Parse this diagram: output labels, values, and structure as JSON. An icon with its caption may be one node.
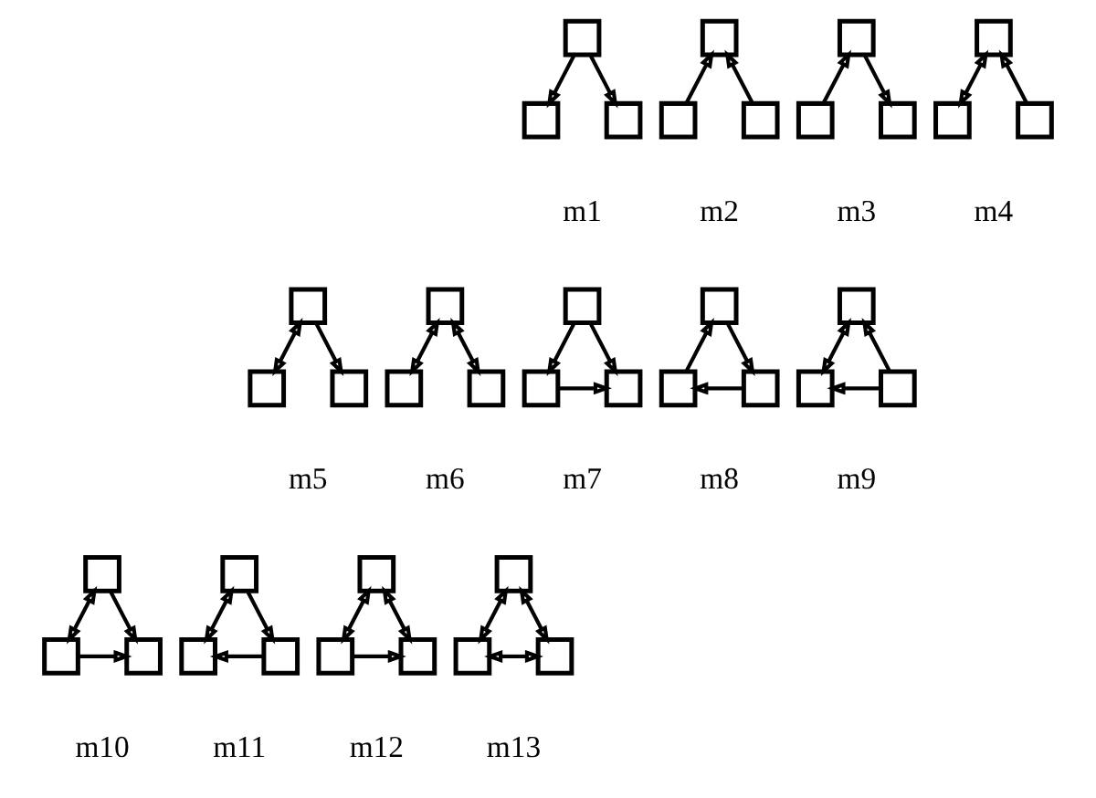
{
  "diagram": {
    "nodes": [
      {
        "text": [],
        "shape": "box"
      },
      {
        "text": [],
        "shape": "box"
      },
      {
        "text": [],
        "shape": "box"
      },
      {
        "text": [],
        "shape": "box"
      },
      {
        "text": [],
        "shape": "box"
      },
      {
        "text": [],
        "shape": "box"
      },
      {
        "text": [],
        "shape": "box"
      },
      {
        "text": [],
        "shape": "box"
      },
      {
        "text": [],
        "shape": "box"
      },
      {
        "text": [],
        "shape": "box"
      },
      {
        "text": [],
        "shape": "box"
      },
      {
        "text": [],
        "shape": "box"
      },
      {
        "text": [],
        "shape": "box"
      },
      {
        "text": [],
        "shape": "box"
      },
      {
        "text": [],
        "shape": "box"
      },
      {
        "text": [],
        "shape": "box"
      },
      {
        "text": [],
        "shape": "box"
      },
      {
        "text": [],
        "shape": "box"
      },
      {
        "text": [],
        "shape": "box"
      },
      {
        "text": [],
        "shape": "box"
      },
      {
        "text": [],
        "shape": "box"
      },
      {
        "text": [],
        "shape": "box"
      },
      {
        "text": [],
        "shape": "box"
      },
      {
        "text": [],
        "shape": "box"
      },
      {
        "text": [],
        "shape": "box"
      },
      {
        "text": [],
        "shape": "box"
      },
      {
        "text": [],
        "shape": "box"
      },
      {
        "text": [],
        "shape": "box"
      },
      {
        "text": [],
        "shape": "box"
      },
      {
        "text": [],
        "shape": "box"
      },
      {
        "text": [],
        "shape": "box"
      },
      {
        "text": [],
        "shape": "box"
      },
      {
        "text": [],
        "shape": "box"
      },
      {
        "text": [],
        "shape": "box"
      },
      {
        "text": [],
        "shape": "box"
      },
      {
        "text": [],
        "shape": "box"
      },
      {
        "text": [],
        "shape": "box"
      },
      {
        "text": [],
        "shape": "box"
      },
      {
        "text": [],
        "shape": "box"
      }
    ],
    "edges": [
      {
        "from": 0,
        "to": 1,
        "arrow": "to"
      },
      {
        "from": 0,
        "to": 2,
        "arrow": "to"
      },
      {
        "from": 4,
        "to": 3,
        "arrow": "to"
      },
      {
        "from": 5,
        "to": 3,
        "arrow": "to"
      },
      {
        "from": 7,
        "to": 6,
        "arrow": "to"
      },
      {
        "from": 6,
        "to": 8,
        "arrow": "to"
      },
      {
        "from": 9,
        "to": 10,
        "arrow": "both"
      },
      {
        "from": 11,
        "to": 9,
        "arrow": "to"
      },
      {
        "from": 12,
        "to": 13,
        "arrow": "both"
      },
      {
        "from": 12,
        "to": 14,
        "arrow": "to"
      },
      {
        "from": 15,
        "to": 16,
        "arrow": "both"
      },
      {
        "from": 15,
        "to": 17,
        "arrow": "both"
      },
      {
        "from": 18,
        "to": 19,
        "arrow": "to"
      },
      {
        "from": 18,
        "to": 20,
        "arrow": "to"
      },
      {
        "from": 19,
        "to": 20,
        "arrow": "to"
      },
      {
        "from": 22,
        "to": 21,
        "arrow": "to"
      },
      {
        "from": 21,
        "to": 23,
        "arrow": "to"
      },
      {
        "from": 23,
        "to": 22,
        "arrow": "to"
      },
      {
        "from": 24,
        "to": 25,
        "arrow": "both"
      },
      {
        "from": 26,
        "to": 24,
        "arrow": "to"
      },
      {
        "from": 26,
        "to": 25,
        "arrow": "to"
      },
      {
        "from": 27,
        "to": 28,
        "arrow": "both"
      },
      {
        "from": 27,
        "to": 29,
        "arrow": "to"
      },
      {
        "from": 28,
        "to": 29,
        "arrow": "to"
      },
      {
        "from": 30,
        "to": 31,
        "arrow": "both"
      },
      {
        "from": 30,
        "to": 32,
        "arrow": "to"
      },
      {
        "from": 32,
        "to": 31,
        "arrow": "to"
      },
      {
        "from": 33,
        "to": 34,
        "arrow": "both"
      },
      {
        "from": 33,
        "to": 35,
        "arrow": "both"
      },
      {
        "from": 34,
        "to": 35,
        "arrow": "to"
      },
      {
        "from": 36,
        "to": 37,
        "arrow": "both"
      },
      {
        "from": 36,
        "to": 38,
        "arrow": "both"
      },
      {
        "from": 37,
        "to": 38,
        "arrow": "both"
      }
    ],
    "labels": [
      "m1",
      "m2",
      "m3",
      "m4",
      "m5",
      "m6",
      "m7",
      "m8",
      "m9",
      "m10",
      "m11",
      "m12",
      "m13"
    ]
  }
}
